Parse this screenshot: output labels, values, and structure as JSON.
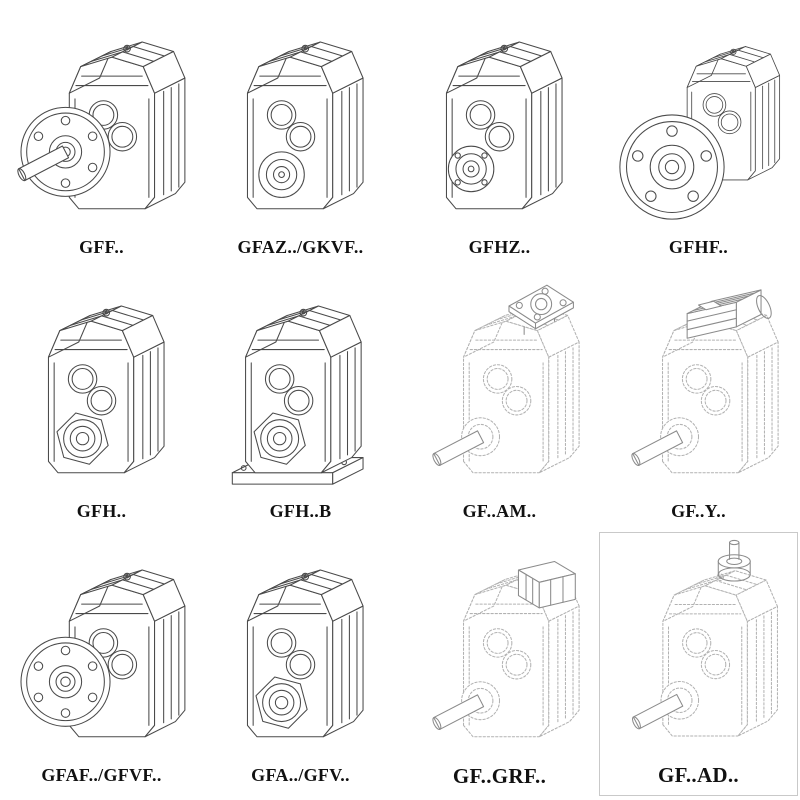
{
  "page": {
    "kind": "gear-reducer-catalog-sheet",
    "columns": 4,
    "rows": 3
  },
  "colors": {
    "solid_line": "#4a4a4a",
    "dashed_line": "#b2b2b2",
    "background": "#ffffff",
    "label_text": "#111111"
  },
  "cells": [
    {
      "id": "gff",
      "label": "GFF..",
      "drawing": "flange-shaft-gearbox",
      "style": "solid"
    },
    {
      "id": "gfaz",
      "label": "GFAZ../GKVF..",
      "drawing": "hollow-shaft-gearbox",
      "style": "solid"
    },
    {
      "id": "gfhz",
      "label": "GFHZ..",
      "drawing": "hollow-shaft-gearbox-bolted",
      "style": "solid"
    },
    {
      "id": "gfhf",
      "label": "GFHF..",
      "drawing": "front-flange-gearbox",
      "style": "solid"
    },
    {
      "id": "gfh",
      "label": "GFH..",
      "drawing": "hex-hub-gearbox",
      "style": "solid"
    },
    {
      "id": "gfhb",
      "label": "GFH..B",
      "drawing": "hex-hub-gearbox-foot",
      "style": "solid"
    },
    {
      "id": "gfam",
      "label": "GF..AM..",
      "drawing": "gearbox-iec-adapter-flange",
      "style": "dashed"
    },
    {
      "id": "gfy",
      "label": "GF..Y..",
      "drawing": "gearbox-with-motor",
      "style": "dashed"
    },
    {
      "id": "gfaf",
      "label": "GFAF../GFVF..",
      "drawing": "flange-hollow-gearbox",
      "style": "solid"
    },
    {
      "id": "gfa",
      "label": "GFA../GFV..",
      "drawing": "hex-hub-gearbox-2",
      "style": "solid"
    },
    {
      "id": "gfgrf",
      "label": "GF..GRF..",
      "drawing": "gearbox-top-adapter-block",
      "style": "dashed",
      "label_large": true
    },
    {
      "id": "gfad",
      "label": "GF..AD..",
      "drawing": "gearbox-input-shaft-adapter",
      "style": "dashed",
      "label_large": true,
      "framed": true
    }
  ]
}
